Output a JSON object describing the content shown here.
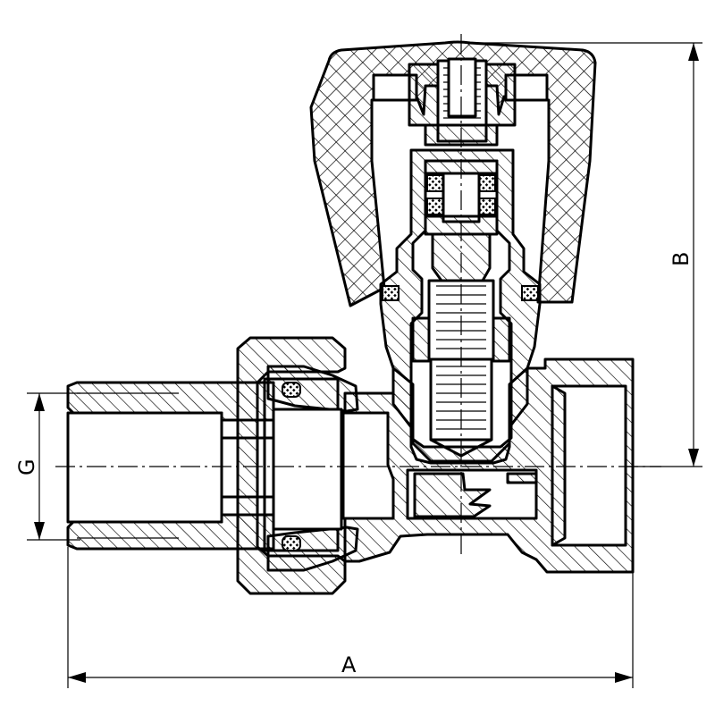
{
  "drawing": {
    "subject": "radiator-valve-cross-section",
    "line_color": "#000000",
    "background_color": "#ffffff"
  },
  "dimensions": {
    "overall_length_label": "A",
    "overall_height_label": "B",
    "thread_size_label": "G"
  }
}
